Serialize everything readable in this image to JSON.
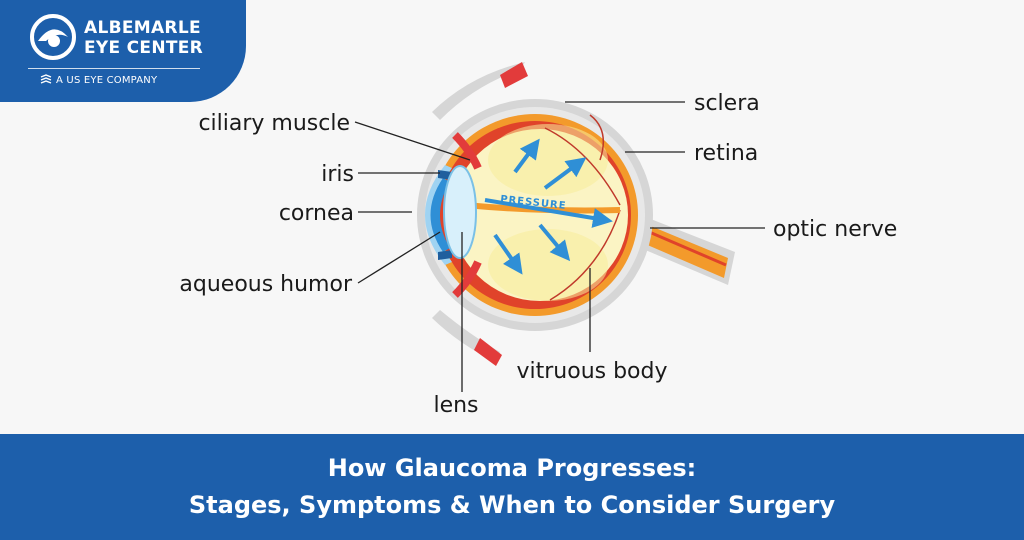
{
  "logo": {
    "line1": "ALBEMARLE",
    "line2": "EYE CENTER",
    "sub": "A US EYE COMPANY"
  },
  "diagram": {
    "pressure_text": "PRESSURE",
    "labels": {
      "ciliary_muscle": "ciliary muscle",
      "iris": "iris",
      "cornea": "cornea",
      "aqueous_humor": "aqueous humor",
      "lens": "lens",
      "sclera": "sclera",
      "retina": "retina",
      "optic_nerve": "optic nerve",
      "vitreous_body": "vitruous body"
    }
  },
  "banner": {
    "line1": "How Glaucoma Progresses:",
    "line2": "Stages, Symptoms & When to Consider Surgery"
  },
  "colors": {
    "brand_blue": "#1d5fab",
    "sclera_gray": "#d6d6d6",
    "retina_red": "#e0432a",
    "choroid_orange": "#f39a2b",
    "vitreous_yellow": "#fbf4c4",
    "arrow_blue": "#2f8fd6",
    "muscle_red": "#e23b3b"
  }
}
